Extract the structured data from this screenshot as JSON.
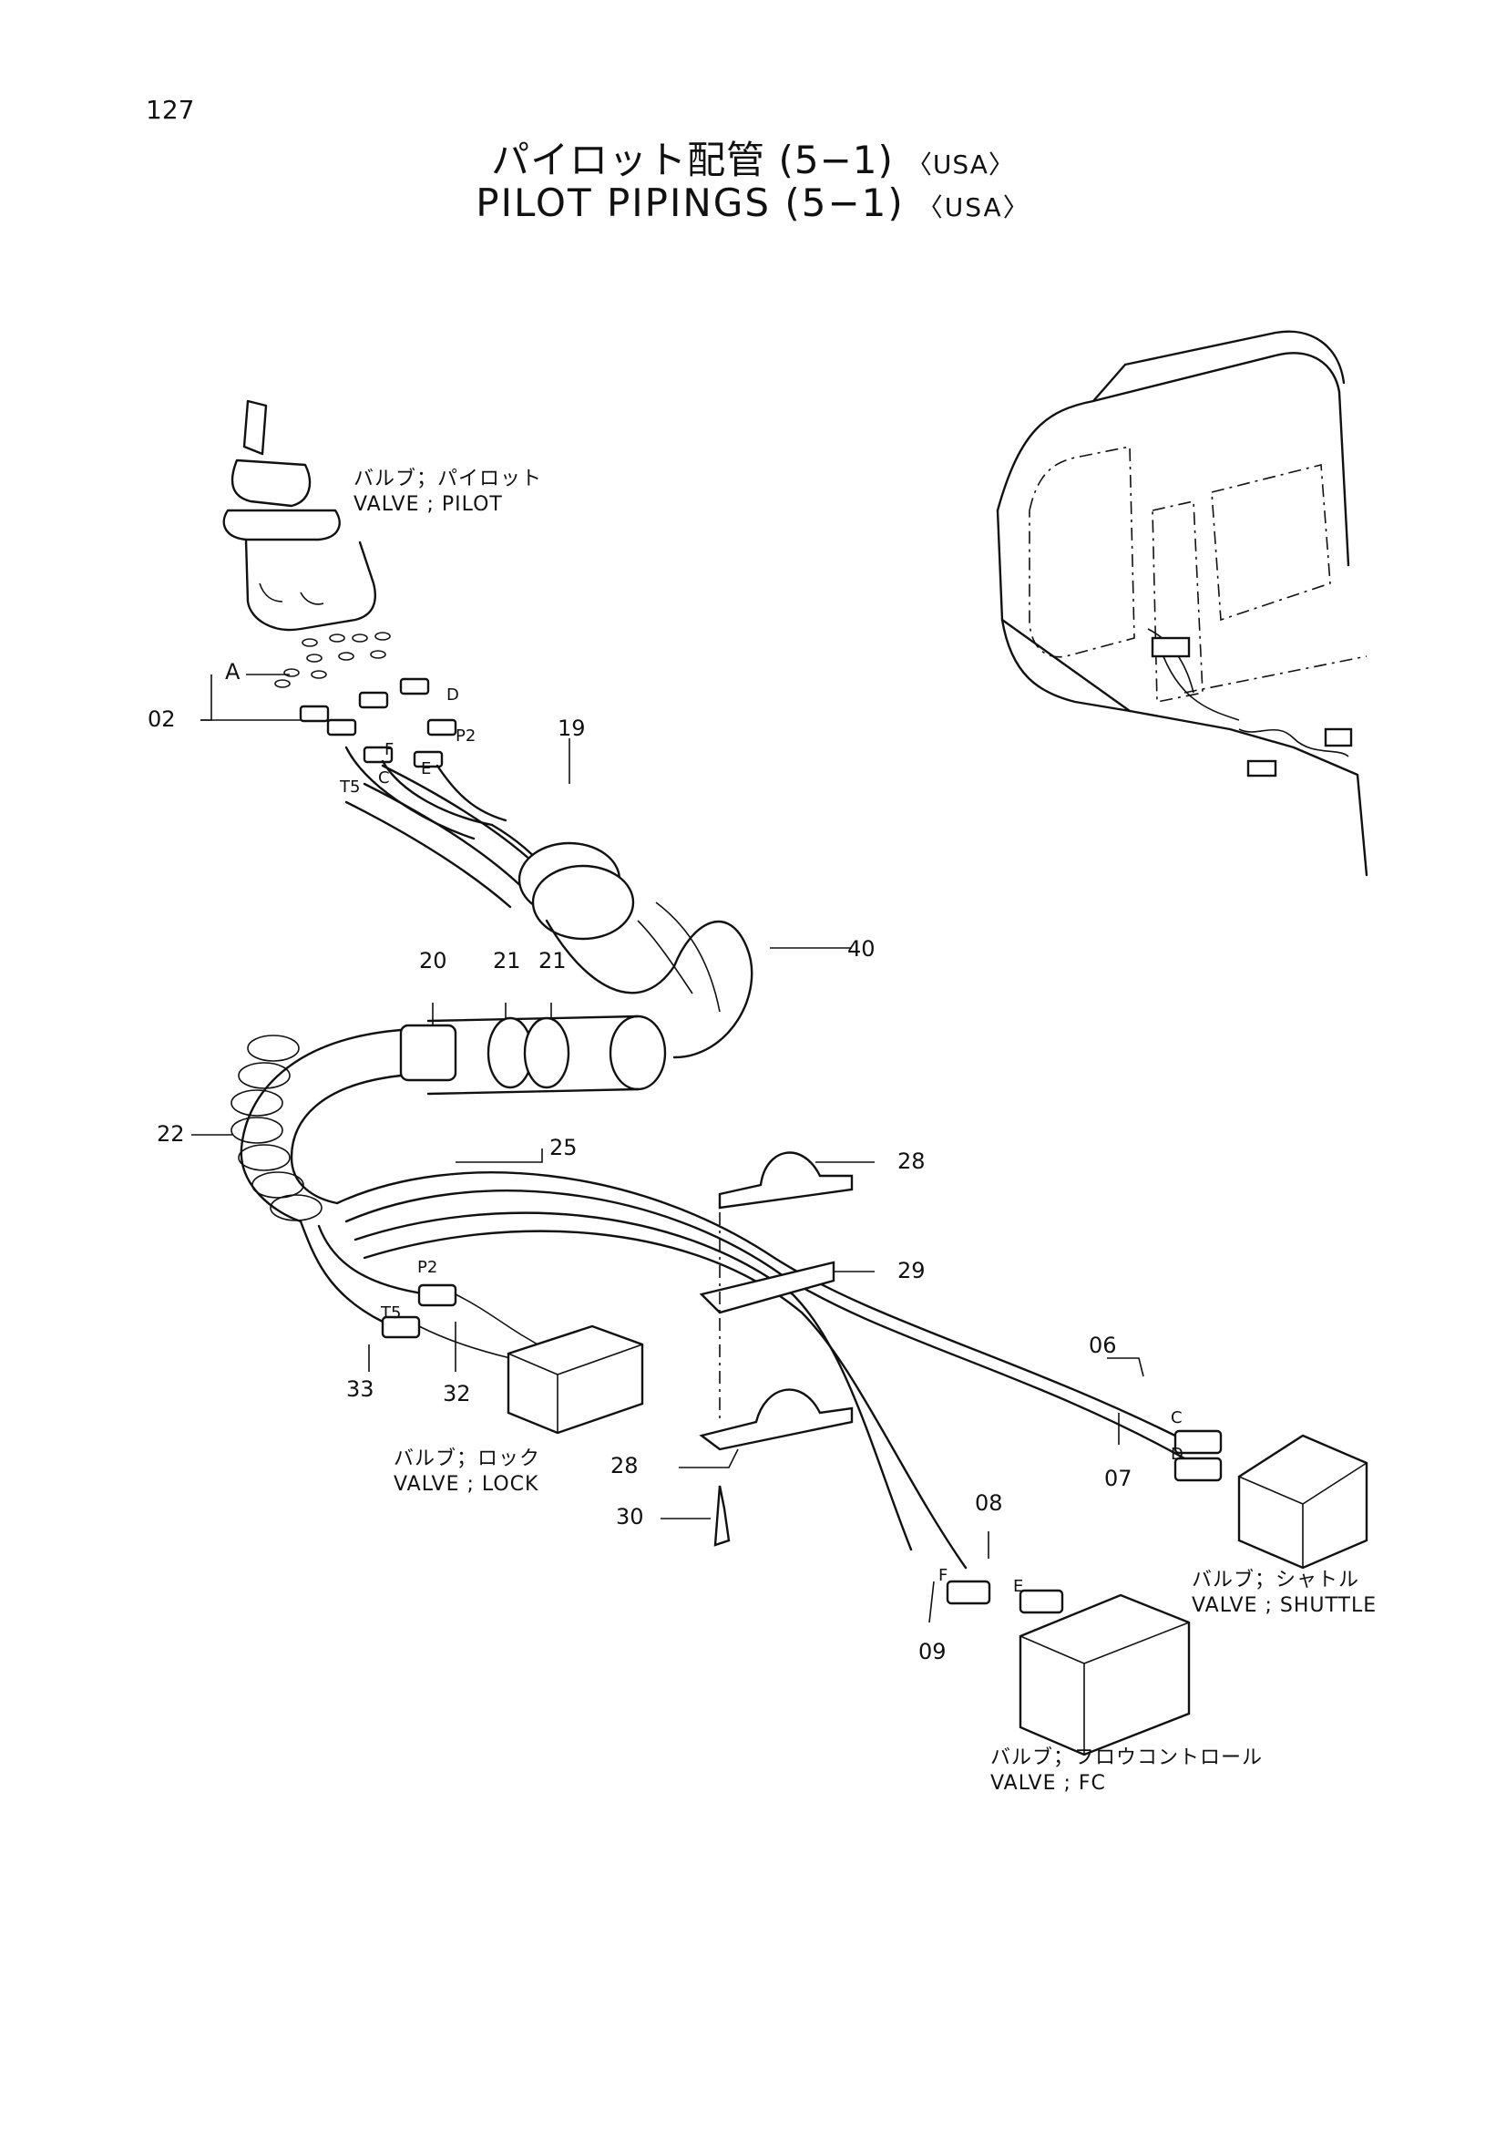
{
  "page_number": "127",
  "title_jp": "パイロット配管 (5−1)",
  "title_jp_tag": "〈USA〉",
  "title_en": "PILOT PIPINGS (5−1)",
  "title_en_tag": "〈USA〉",
  "components": {
    "pilot_valve": {
      "jp": "バルブ；パイロット",
      "en": "VALVE ; PILOT"
    },
    "lock_valve": {
      "jp": "バルブ；ロック",
      "en": "VALVE ; LOCK"
    },
    "shuttle_valve": {
      "jp": "バルブ；シャトル",
      "en": "VALVE ; SHUTTLE"
    },
    "fc_valve": {
      "jp": "バルブ；フロウコントロール",
      "en": "VALVE ; FC"
    }
  },
  "part_numbers": {
    "p02": "02",
    "p19": "19",
    "p40": "40",
    "p20": "20",
    "p21a": "21",
    "p21b": "21",
    "p22": "22",
    "p25": "25",
    "p28a": "28",
    "p28b": "28",
    "p29": "29",
    "p30": "30",
    "p32": "32",
    "p33": "33",
    "p06": "06",
    "p07": "07",
    "p08": "08",
    "p09": "09"
  },
  "port_letters": {
    "A": "A",
    "D": "D",
    "P2": "P2",
    "F": "F",
    "E": "E",
    "C": "C",
    "T5": "T5",
    "P2b": "P2",
    "T5b": "T5",
    "Cb": "C",
    "Db": "D",
    "Fb": "F",
    "Eb": "E"
  }
}
